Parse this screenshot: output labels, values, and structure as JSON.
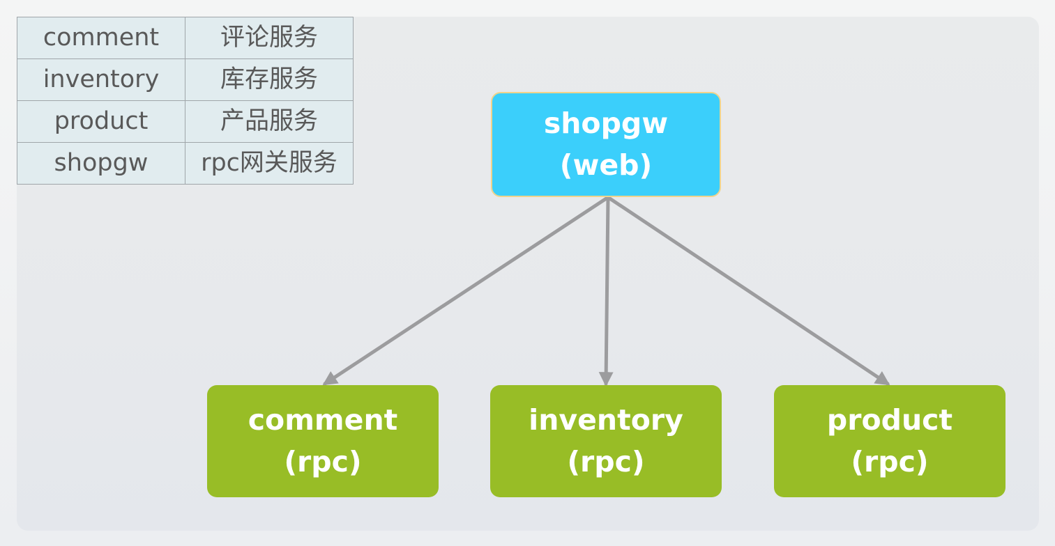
{
  "legend": {
    "rows": [
      {
        "name": "comment",
        "desc": "评论服务"
      },
      {
        "name": "inventory",
        "desc": "库存服务"
      },
      {
        "name": "product",
        "desc": "产品服务"
      },
      {
        "name": "shopgw",
        "desc": "rpc网关服务"
      }
    ]
  },
  "diagram": {
    "gateway": {
      "name": "shopgw",
      "kind": "(web)"
    },
    "services": [
      {
        "name": "comment",
        "kind": "(rpc)"
      },
      {
        "name": "inventory",
        "kind": "(rpc)"
      },
      {
        "name": "product",
        "kind": "(rpc)"
      }
    ],
    "colors": {
      "gateway_fill": "#3bcffb",
      "service_fill": "#98bd26",
      "edge": "#9c9c9e",
      "legend_fill": "#e1ecef",
      "text_dark": "#595959"
    }
  }
}
